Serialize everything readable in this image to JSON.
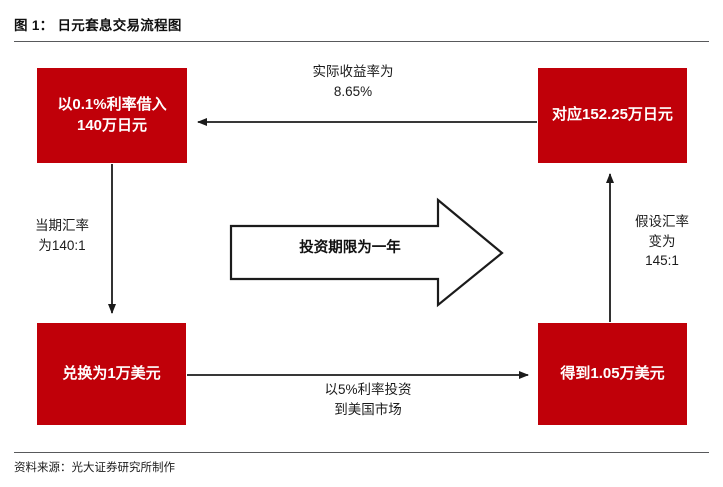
{
  "header": {
    "title": "图 1： 日元套息交易流程图"
  },
  "footer": {
    "source": "资料来源：光大证券研究所制作"
  },
  "colors": {
    "node_fill": "#C00009",
    "node_text": "#FFFFFF",
    "rule": "#58595B",
    "arrow": "#1B1B1B"
  },
  "diagram": {
    "type": "flowchart",
    "nodes": [
      {
        "id": "borrow-jpy",
        "label": "以0.1%利率借入140万日元",
        "lines": [
          "以0.1%利率借",
          "入140万日元"
        ],
        "position": "top-left"
      },
      {
        "id": "return-jpy",
        "label": "对应152.25万日元",
        "lines": [
          "对应152.25万",
          "日元"
        ],
        "position": "top-right"
      },
      {
        "id": "exchange-usd",
        "label": "兑换为1万美元",
        "lines": [
          "兑换为1万美元"
        ],
        "position": "bottom-left"
      },
      {
        "id": "gain-usd",
        "label": "得到1.05万美元",
        "lines": [
          "得到1.05万美",
          "元"
        ],
        "position": "bottom-right"
      }
    ],
    "edges": [
      {
        "id": "yield",
        "from": "return-jpy",
        "to": "borrow-jpy",
        "direction": "left",
        "label": "实际收益率为\n8.65%"
      },
      {
        "id": "fx-now",
        "from": "borrow-jpy",
        "to": "exchange-usd",
        "direction": "down",
        "label": "当期汇率\n为140:1"
      },
      {
        "id": "invest-us",
        "from": "exchange-usd",
        "to": "gain-usd",
        "direction": "right",
        "label": "以5%利率投资\n到美国市场"
      },
      {
        "id": "fx-future",
        "from": "gain-usd",
        "to": "return-jpy",
        "direction": "up",
        "label": "假设汇率\n变为\n145:1"
      }
    ],
    "block_arrow": {
      "id": "horizon",
      "label": "投资期限为一年",
      "direction": "right"
    }
  }
}
